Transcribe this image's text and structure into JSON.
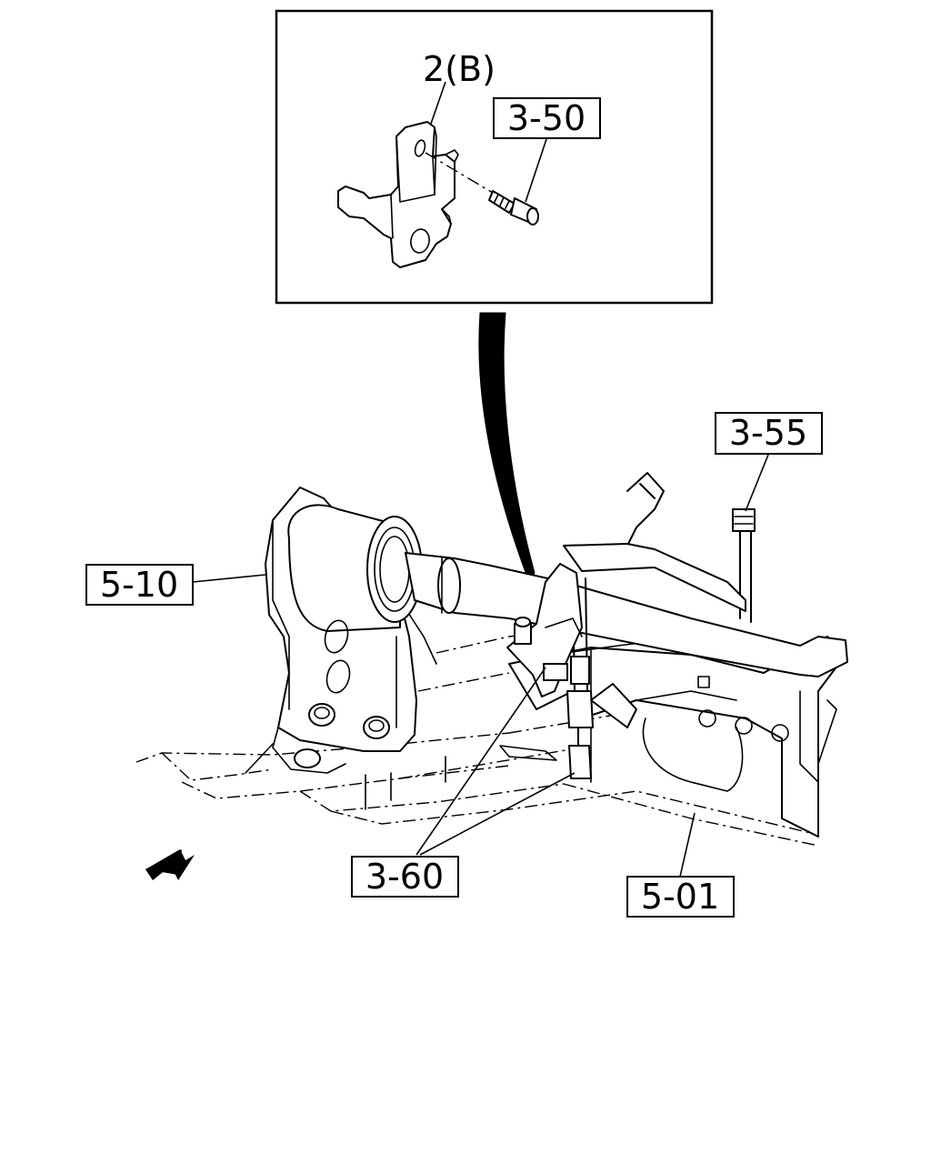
{
  "callouts": {
    "bracket_2b": "2(B)",
    "bolt_3_50": "3-50",
    "pipe_3_55": "3-55",
    "mount_5_10": "5-10",
    "clip_3_60": "3-60",
    "frame_5_01": "5-01"
  },
  "icons": {
    "front_arrow": "front-direction-arrow-icon",
    "transfer_arrow": "detail-pointer-arrow-icon"
  }
}
